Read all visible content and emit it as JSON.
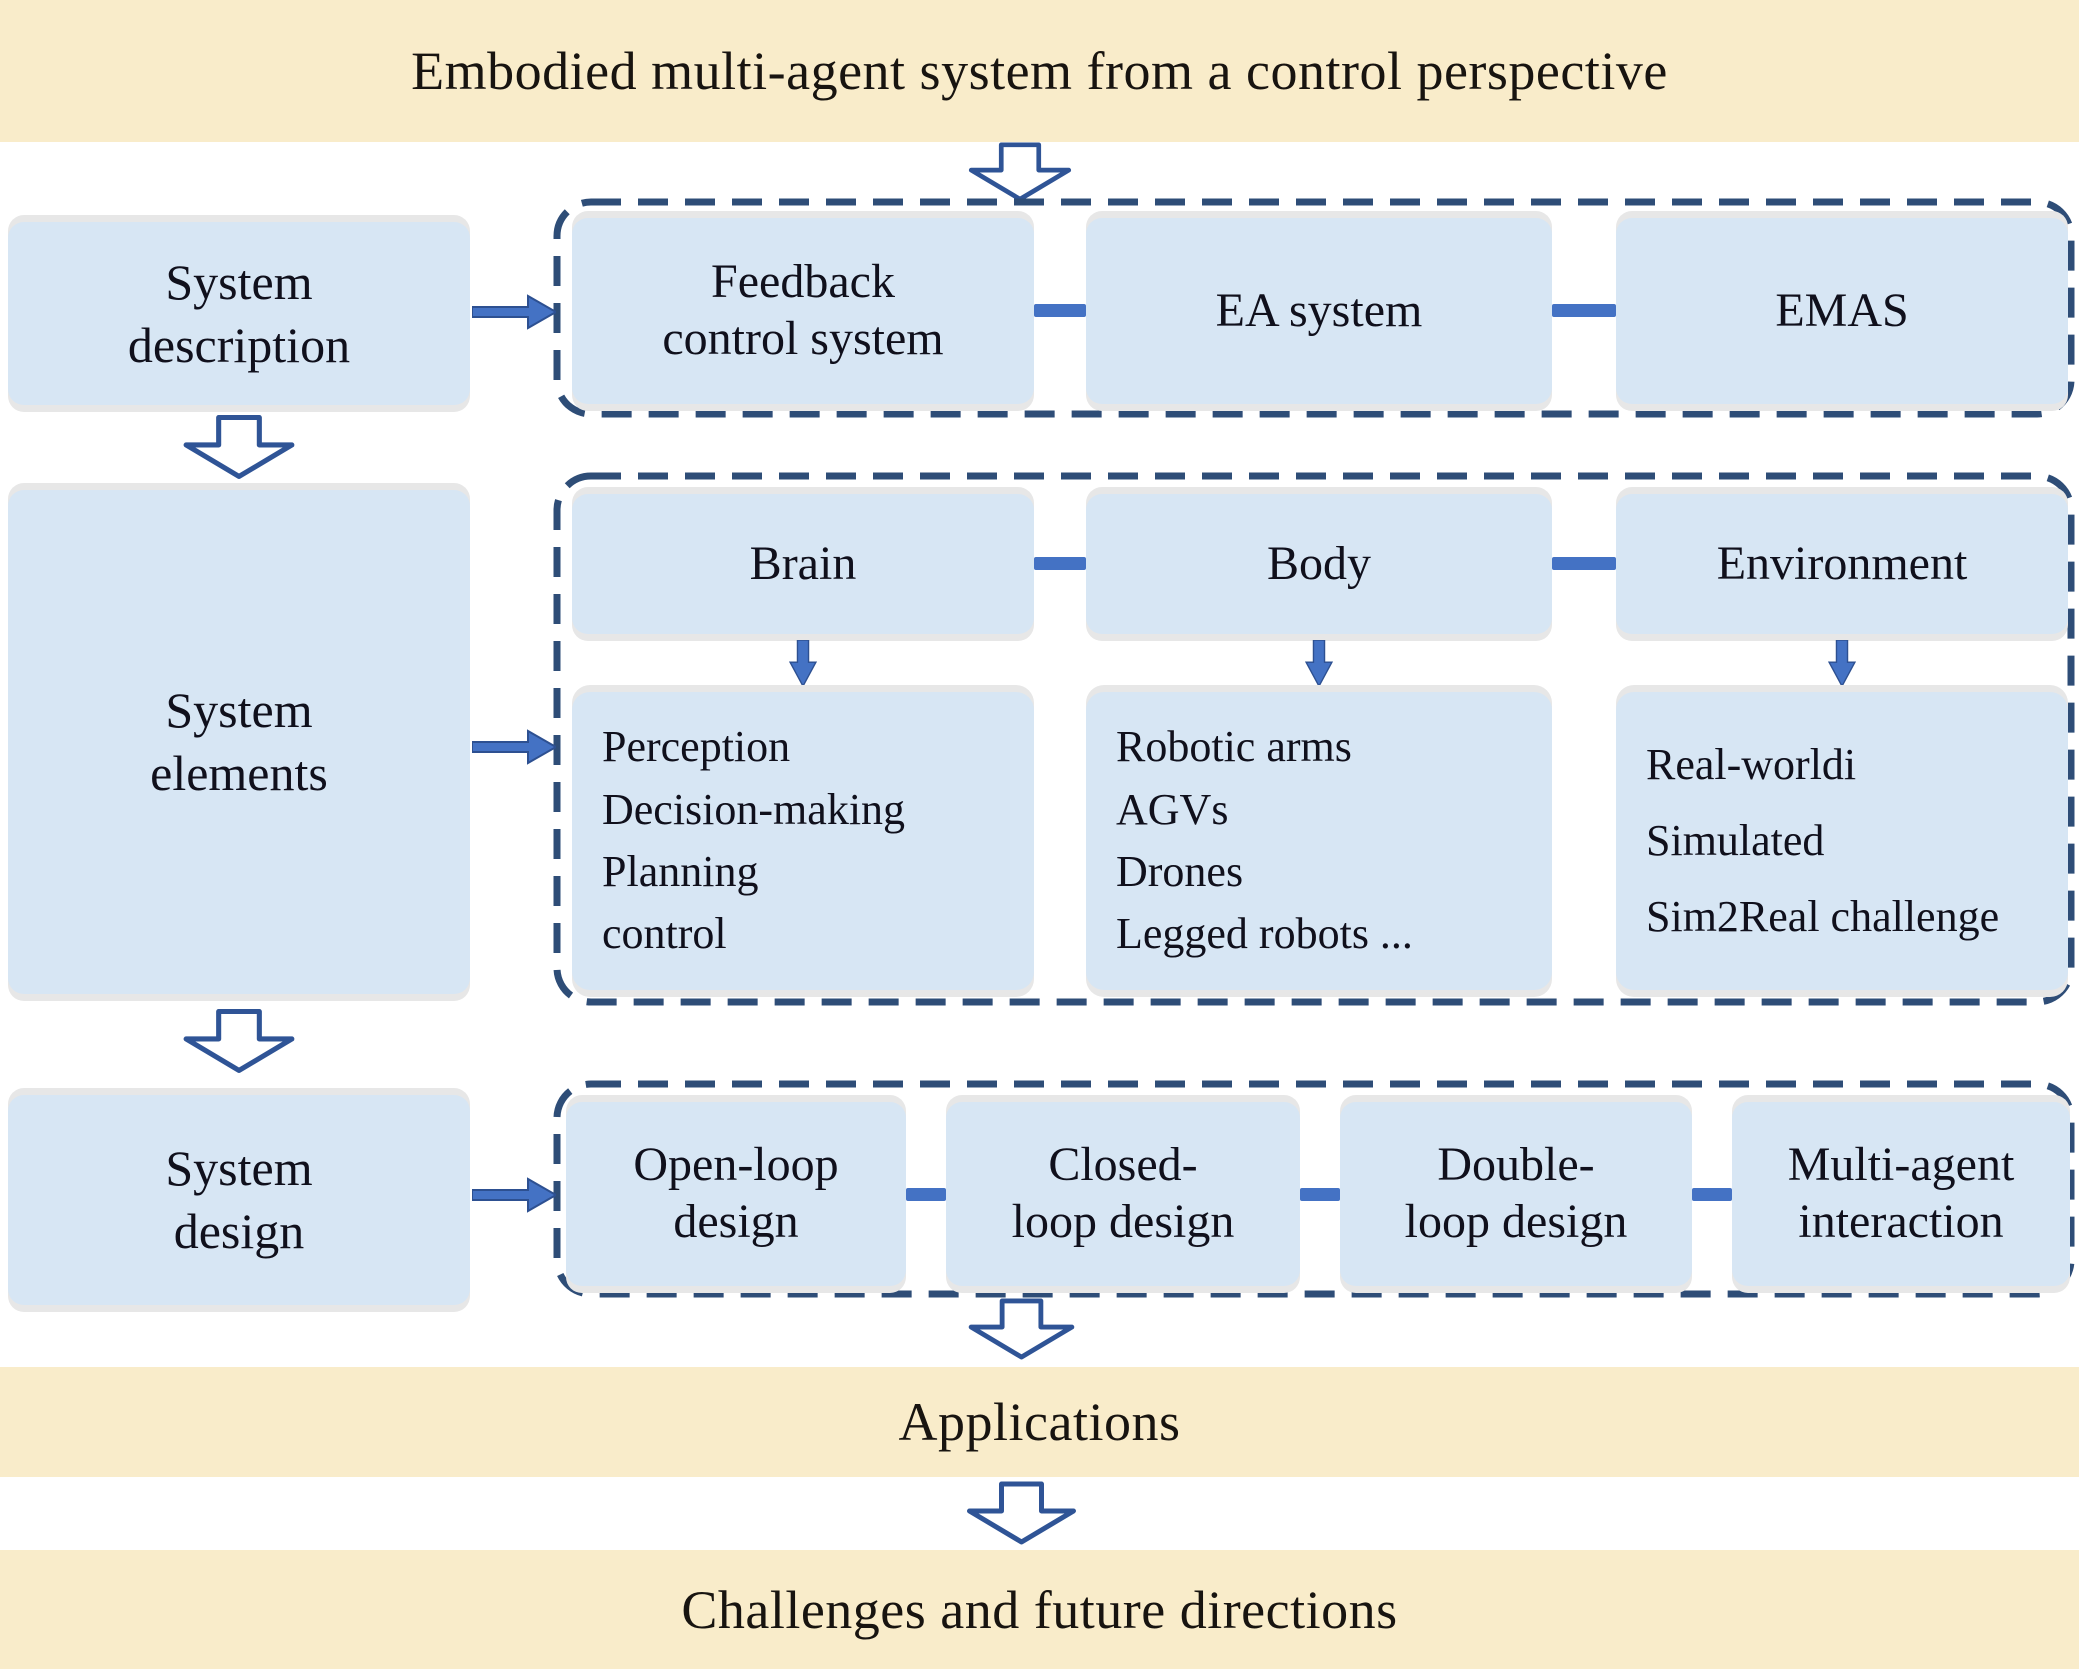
{
  "title_banner": "Embodied multi-agent system from a control perspective",
  "left_column": {
    "description": {
      "lines": [
        "System",
        "description"
      ]
    },
    "elements": {
      "lines": [
        "System",
        "elements"
      ]
    },
    "design": {
      "lines": [
        "System",
        "design"
      ]
    }
  },
  "row1": {
    "feedback": {
      "lines": [
        "Feedback",
        "control system"
      ]
    },
    "ea": {
      "lines": [
        "EA system"
      ]
    },
    "emas": {
      "lines": [
        "EMAS"
      ]
    }
  },
  "row2": {
    "brain": {
      "header": "Brain",
      "items": [
        "Perception",
        "Decision-making",
        "Planning",
        "control"
      ]
    },
    "body": {
      "header": "Body",
      "items": [
        "Robotic arms",
        "AGVs",
        "Drones",
        "Legged robots ..."
      ]
    },
    "environment": {
      "header": "Environment",
      "items": [
        "Real-worldi",
        "Simulated",
        "Sim2Real challenge"
      ]
    }
  },
  "row3": {
    "open": {
      "lines": [
        "Open-loop",
        "design"
      ]
    },
    "closed": {
      "lines": [
        "Closed-",
        "loop design"
      ]
    },
    "double": {
      "lines": [
        "Double-",
        "loop design"
      ]
    },
    "multi": {
      "lines": [
        "Multi-agent",
        "interaction"
      ]
    }
  },
  "banners": {
    "applications": "Applications",
    "challenges": "Challenges and future directions"
  },
  "colors": {
    "banner_bg": "#f9ecca",
    "box_bg": "#d7e6f4",
    "box_edge_gray": "#e7e7e7",
    "dashed_border": "#2e4d77",
    "arrow_blue": "#4472c4",
    "arrow_outline": "#2f5496",
    "text": "#10101c"
  }
}
